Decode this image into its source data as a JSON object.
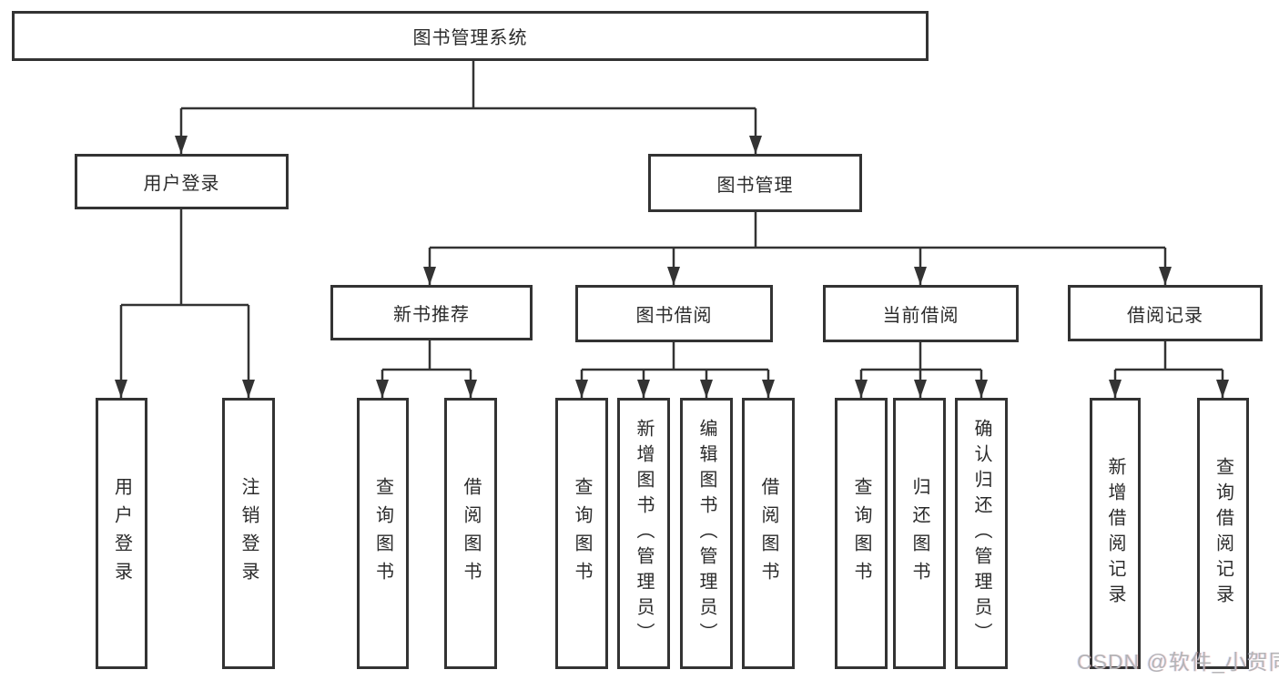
{
  "colors": {
    "line": "#333333",
    "text": "#2b2b2b",
    "background": "#ffffff",
    "watermark_color": "#b4b4b6"
  },
  "watermark": {
    "text": "CSDN @软件_小贺同学"
  },
  "nodes": {
    "root": {
      "label": "图书管理系统"
    },
    "level2": [
      {
        "id": "user-login",
        "label": "用户登录"
      },
      {
        "id": "book-management",
        "label": "图书管理"
      }
    ],
    "level3": [
      {
        "id": "new-book-recommend",
        "label": "新书推荐"
      },
      {
        "id": "book-borrow",
        "label": "图书借阅"
      },
      {
        "id": "current-borrow",
        "label": "当前借阅"
      },
      {
        "id": "borrow-records",
        "label": "借阅记录"
      }
    ],
    "leaves": [
      {
        "id": "leaf-user-login",
        "label": "用户登录"
      },
      {
        "id": "leaf-logout",
        "label": "注销登录"
      },
      {
        "id": "leaf-query-books-recommend",
        "label": "查询图书"
      },
      {
        "id": "leaf-borrow-books-recommend",
        "label": "借阅图书"
      },
      {
        "id": "leaf-query-books-borrow",
        "label": "查询图书"
      },
      {
        "id": "leaf-add-books-admin",
        "label": "新增图书（管理员）"
      },
      {
        "id": "leaf-edit-books-admin",
        "label": "编辑图书（管理员）"
      },
      {
        "id": "leaf-borrow-books",
        "label": "借阅图书"
      },
      {
        "id": "leaf-query-books-current",
        "label": "查询图书"
      },
      {
        "id": "leaf-return-books",
        "label": "归还图书"
      },
      {
        "id": "leaf-confirm-return-admin",
        "label": "确认归还（管理员）"
      },
      {
        "id": "leaf-add-borrow-record",
        "label": "新增借阅记录"
      },
      {
        "id": "leaf-query-borrow-record",
        "label": "查询借阅记录"
      }
    ]
  }
}
